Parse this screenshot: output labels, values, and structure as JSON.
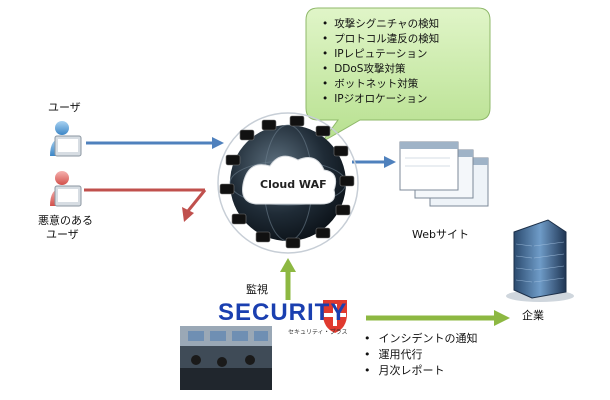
{
  "bubble": {
    "items": [
      "攻撃シグニチャの検知",
      "プロトコル違反の検知",
      "IPレピュテーション",
      "DDoS攻撃対策",
      "ボットネット対策",
      "IPジオロケーション"
    ]
  },
  "labels": {
    "user": "ユーザ",
    "malicious_user_line1": "悪意のある",
    "malicious_user_line2": "ユーザ",
    "cloud": "Cloud WAF",
    "website": "Webサイト",
    "monitoring": "監視",
    "enterprise": "企業"
  },
  "logo": {
    "word": "SECURITY",
    "sub": "セキュリティ・プラス"
  },
  "enterprise_services": [
    "インシデントの通知",
    "運用代行",
    "月次レポート"
  ],
  "colors": {
    "bubble_fill": "#c9ecaa",
    "user_arrow": "#4f81bd",
    "malicious_arrow": "#c0504d",
    "monitor_arrow": "#8db842",
    "logo_blue": "#1a3fb0",
    "logo_red": "#e03a2f"
  },
  "icons": [
    "user-icon",
    "malicious-user-icon",
    "cloud-waf-globe-icon",
    "browser-window-icon",
    "office-building-icon",
    "shield-plus-icon",
    "operations-center-photo"
  ]
}
